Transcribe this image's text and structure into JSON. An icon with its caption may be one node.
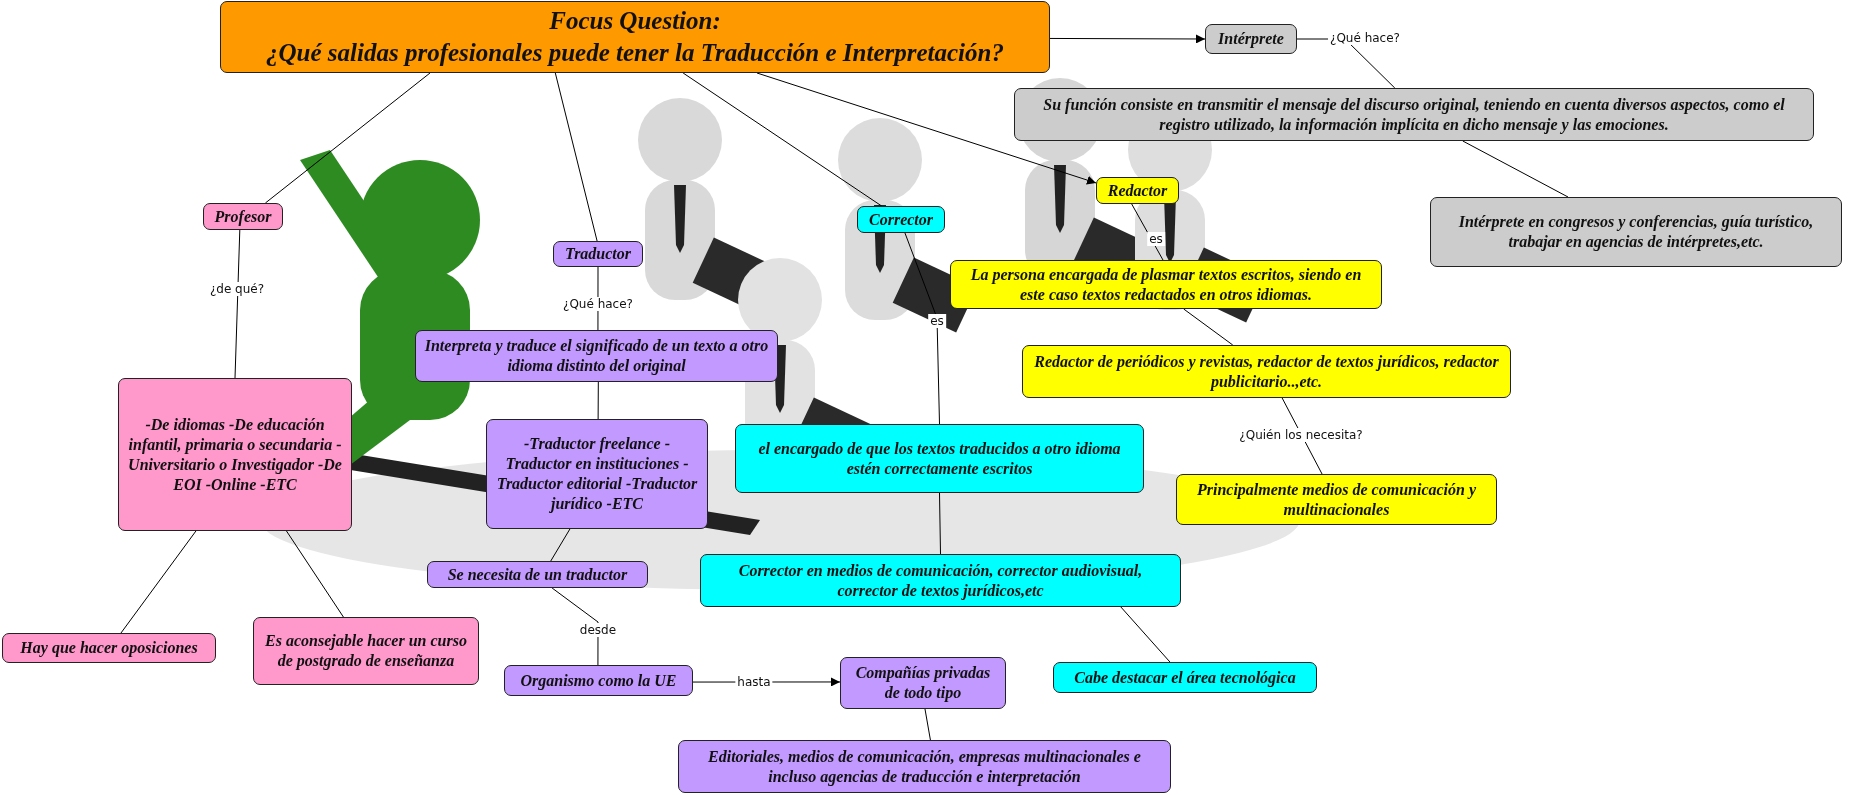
{
  "diagram": {
    "nodes": [
      {
        "text": [
          "Focus Question:",
          "¿Qué salidas profesionales puede tener la Traducción e Interpretación?"
        ]
      },
      {
        "text": [
          "Intérprete"
        ]
      },
      {
        "text": [
          "Su función consiste en transmitir el mensaje del discurso original, teniendo en cuenta diversos aspectos, como el registro utilizado, la información implícita en dicho mensaje y las emociones."
        ]
      },
      {
        "text": [
          "Profesor"
        ]
      },
      {
        "text": [
          "Redactor"
        ]
      },
      {
        "text": [
          "Corrector"
        ]
      },
      {
        "text": [
          "Intérprete en congresos y conferencias, guía turístico, trabajar en agencias de intérpretes,etc."
        ]
      },
      {
        "text": [
          "Traductor"
        ]
      },
      {
        "text": [
          "La persona encargada de plasmar textos escritos, siendo en este caso textos redactados en otros idiomas."
        ]
      },
      {
        "text": [
          "Interpreta y traduce el significado de un texto a otro idioma distinto del original"
        ]
      },
      {
        "text": [
          "-De idiomas -De educación infantil, primaria o secundaria -Universitario o Investigador -De EOI -Online -ETC"
        ]
      },
      {
        "text": [
          "Redactor de periódicos y revistas, redactor de textos jurídicos, redactor publicitario..,etc."
        ]
      },
      {
        "text": [
          "el encargado de que los textos traducidos a otro idioma estén correctamente escritos"
        ]
      },
      {
        "text": [
          "-Traductor freelance -Traductor en instituciones -Traductor editorial -Traductor jurídico -ETC"
        ]
      },
      {
        "text": [
          "Principalmente medios de comunicación y multinacionales"
        ]
      },
      {
        "text": [
          "Se necesita de un traductor"
        ]
      },
      {
        "text": [
          "Corrector en medios de comunicación, corrector audiovisual, corrector de textos jurídicos,etc"
        ]
      },
      {
        "text": [
          "Hay que hacer oposiciones"
        ]
      },
      {
        "text": [
          "Es aconsejable hacer un curso de postgrado de enseñanza"
        ]
      },
      {
        "text": [
          "Organismo como la UE"
        ]
      },
      {
        "text": [
          "Compañías privadas de todo tipo"
        ]
      },
      {
        "text": [
          "Cabe destacar el área tecnológica"
        ]
      },
      {
        "text": [
          "Editoriales, medios de comunicación, empresas multinacionales e incluso agencias de traducción e interpretación"
        ]
      }
    ],
    "edges": [
      {
        "from": 0,
        "to": 1,
        "arrow": "to"
      },
      {
        "from": 0,
        "to": 3,
        "arrow": "none"
      },
      {
        "from": 0,
        "to": 7,
        "arrow": "none"
      },
      {
        "from": 0,
        "to": 5,
        "arrow": "none"
      },
      {
        "from": 0,
        "to": 4,
        "arrow": "to"
      },
      {
        "from": 1,
        "to": 2,
        "arrow": "none",
        "label": "¿Qué hace?"
      },
      {
        "from": 2,
        "to": 6,
        "arrow": "none"
      },
      {
        "from": 4,
        "to": 8,
        "arrow": "none",
        "label": "es"
      },
      {
        "from": 8,
        "to": 11,
        "arrow": "none"
      },
      {
        "from": 11,
        "to": 14,
        "arrow": "none",
        "label": "¿Quién los necesita?"
      },
      {
        "from": 3,
        "to": 10,
        "arrow": "none",
        "label": "¿de qué?"
      },
      {
        "from": 10,
        "to": 17,
        "arrow": "none"
      },
      {
        "from": 10,
        "to": 18,
        "arrow": "none"
      },
      {
        "from": 7,
        "to": 9,
        "arrow": "none",
        "label": "¿Qué hace?"
      },
      {
        "from": 9,
        "to": 13,
        "arrow": "none"
      },
      {
        "from": 13,
        "to": 15,
        "arrow": "none"
      },
      {
        "from": 15,
        "to": 19,
        "arrow": "none",
        "label": "desde"
      },
      {
        "from": 19,
        "to": 20,
        "arrow": "to",
        "label": "hasta"
      },
      {
        "from": 20,
        "to": 22,
        "arrow": "none"
      },
      {
        "from": 5,
        "to": 12,
        "arrow": "none",
        "label": "es"
      },
      {
        "from": 12,
        "to": 16,
        "arrow": "none"
      },
      {
        "from": 16,
        "to": 21,
        "arrow": "none"
      }
    ]
  }
}
